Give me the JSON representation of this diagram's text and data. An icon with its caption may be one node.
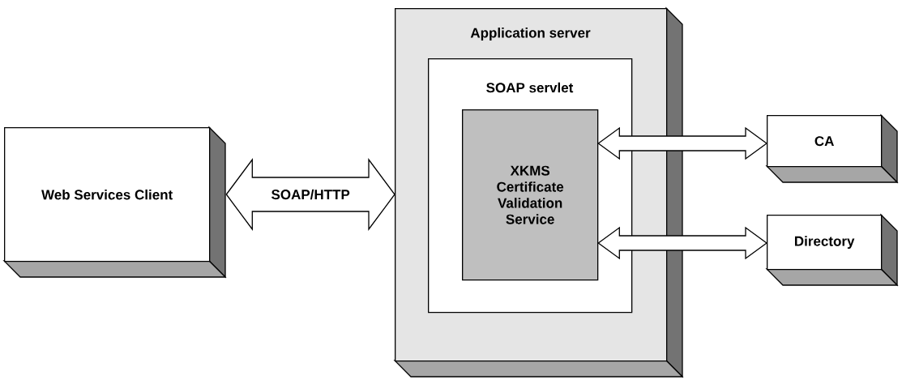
{
  "diagram": {
    "nodes": [
      {
        "text": [
          "Web Services Client"
        ]
      },
      {
        "text": [
          "Application server"
        ]
      },
      {
        "text": [
          "SOAP servlet"
        ],
        "in": 1
      },
      {
        "text": [
          "XKMS Certificate Validation Service"
        ],
        "in": 2
      },
      {
        "text": [
          "CA"
        ]
      },
      {
        "text": [
          "Directory"
        ]
      }
    ],
    "edges": [
      {
        "from": 0,
        "to": 1,
        "arrow": "both",
        "label": "SOAP/HTTP"
      },
      {
        "from": 3,
        "to": 4,
        "arrow": "both"
      },
      {
        "from": 3,
        "to": 5,
        "arrow": "both"
      }
    ]
  }
}
